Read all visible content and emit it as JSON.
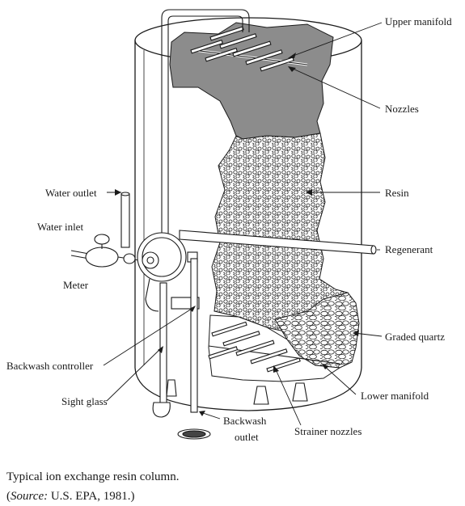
{
  "labels": {
    "upper_manifold": "Upper manifold",
    "nozzles": "Nozzles",
    "resin": "Resin",
    "regenerant": "Regenerant",
    "graded_quartz": "Graded quartz",
    "lower_manifold": "Lower manifold",
    "strainer_nozzles": "Strainer nozzles",
    "backwash_outlet_line1": "Backwash",
    "backwash_outlet_line2": "outlet",
    "sight_glass": "Sight glass",
    "backwash_controller": "Backwash controller",
    "meter": "Meter",
    "water_inlet": "Water inlet",
    "water_outlet": "Water outlet"
  },
  "caption": {
    "title": "Typical ion exchange resin column.",
    "source_open": "(",
    "source_label": "Source:",
    "source_text": " U.S. EPA, 1981.)"
  }
}
